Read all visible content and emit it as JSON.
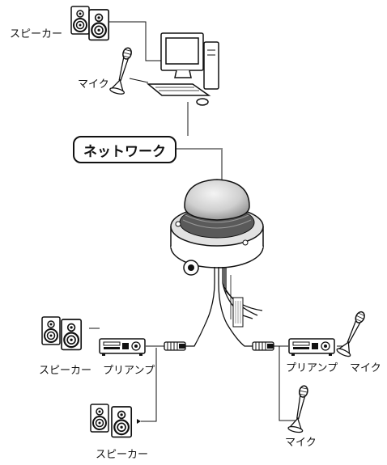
{
  "labels": {
    "speaker_top": "スピーカー",
    "mic_top": "マイク",
    "network": "ネットワーク",
    "speaker_left": "スピーカー",
    "preamp_left": "プリアンプ",
    "preamp_right": "プリアンプ",
    "mic_right": "マイク",
    "mic_bottom": "マイク",
    "speaker_bottom": "スピーカー"
  },
  "colors": {
    "line": "#111111",
    "cable": "#8a8a8a",
    "dome": "#cfcfcf"
  }
}
